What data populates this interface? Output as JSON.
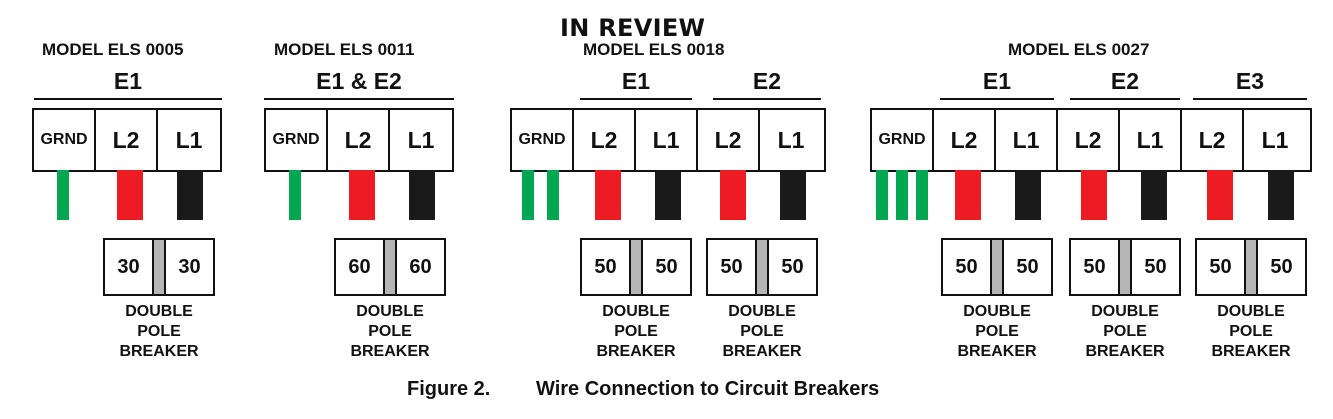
{
  "header": {
    "status": "IN REVIEW"
  },
  "models": [
    {
      "name": "MODEL ELS 0005",
      "elements": [
        "E1"
      ]
    },
    {
      "name": "MODEL ELS 0011",
      "elements": [
        "E1 & E2"
      ]
    },
    {
      "name": "MODEL ELS 0018",
      "elements": [
        "E1",
        "E2"
      ]
    },
    {
      "name": "MODEL ELS 0027",
      "elements": [
        "E1",
        "E2",
        "E3"
      ]
    }
  ],
  "terminals": {
    "ground": "GRND",
    "l2": "L2",
    "l1": "L1"
  },
  "wire_colors": {
    "ground": "#00a650",
    "l2": "#ed1c24",
    "l1": "#1a1a1a"
  },
  "breakers": {
    "els0005": [
      "30",
      "30"
    ],
    "els0011": [
      "60",
      "60"
    ],
    "els0018": [
      [
        "50",
        "50"
      ],
      [
        "50",
        "50"
      ]
    ],
    "els0027": [
      [
        "50",
        "50"
      ],
      [
        "50",
        "50"
      ],
      [
        "50",
        "50"
      ]
    ]
  },
  "breaker_label": {
    "line1": "DOUBLE",
    "line2": "POLE",
    "line3": "BREAKER"
  },
  "caption": {
    "figure": "Figure 2.",
    "title": "Wire Connection to Circuit Breakers"
  }
}
